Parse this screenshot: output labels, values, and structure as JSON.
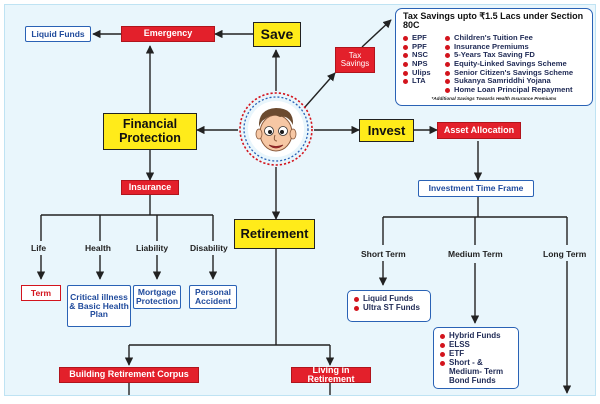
{
  "nodes": {
    "save": "Save",
    "emergency": "Emergency",
    "liquid_funds": "Liquid Funds",
    "tax_savings": "Tax Savings",
    "financial_protection": "Financial Protection",
    "invest": "Invest",
    "asset_allocation": "Asset Allocation",
    "insurance": "Insurance",
    "investment_time_frame": "Investment Time Frame",
    "retirement": "Retirement",
    "life": "Life",
    "health": "Health",
    "liability": "Liability",
    "disability": "Disability",
    "term": "Term",
    "critical_illness": "Critical illness & Basic Health Plan",
    "mortgage_protection": "Mortgage Protection",
    "personal_accident": "Personal Accident",
    "short_term": "Short Term",
    "medium_term": "Medium Term",
    "long_term": "Long Term",
    "building_retirement_corpus": "Building Retirement Corpus",
    "living_in_retirement": "Living in Retirement"
  },
  "tax_box": {
    "title": "Tax Savings upto ₹1.5 Lacs under Section 80C",
    "left_items": [
      "EPF",
      "PPF",
      "NSC",
      "NPS",
      "Ulips",
      "LTA"
    ],
    "right_items": [
      "Children's Tuition Fee",
      "Insurance Premiums",
      "5-Years Tax Saving FD",
      "Equity-Linked Savings Scheme",
      "Senior Citizen's Savings Scheme",
      "Sukanya Samriddhi Yojana",
      "Home Loan Principal Repayment"
    ],
    "note": "*Additional Savings Towards Health Insurance Premiums"
  },
  "short_term_funds": [
    "Liquid Funds",
    "Ultra ST Funds"
  ],
  "medium_term_funds": [
    "Hybrid Funds",
    "ELSS",
    "ETF",
    "Short - & Medium- Term Bond Funds"
  ],
  "colors": {
    "red": "#e3202b",
    "yellow": "#ffeb1a",
    "blue": "#2a62b5",
    "background": "#e9f6fc"
  }
}
